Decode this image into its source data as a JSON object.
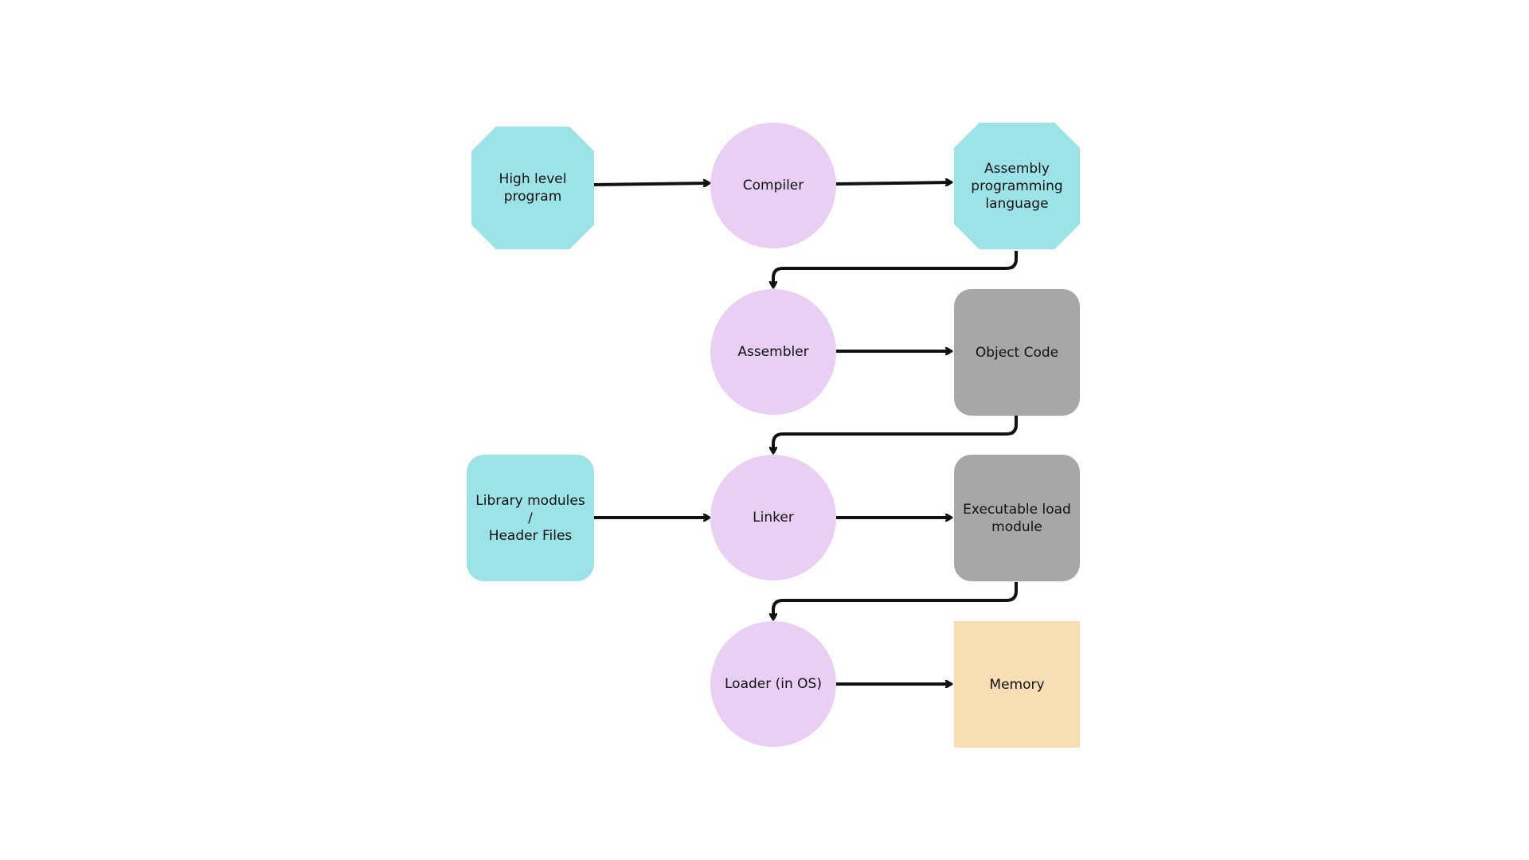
{
  "colors": {
    "source": "#9ce3e7",
    "process": "#e9cff3",
    "output": "#a7a7a7",
    "memory": "#f8deb4",
    "edge": "#111111"
  },
  "nodes": {
    "high_level_program": "High level\nprogram",
    "compiler": "Compiler",
    "assembly_language": "Assembly\nprogramming\nlanguage",
    "assembler": "Assembler",
    "object_code": "Object Code",
    "library_modules": "Library modules /\nHeader Files",
    "linker": "Linker",
    "executable_module": "Executable load\nmodule",
    "loader": "Loader (in OS)",
    "memory": "Memory"
  },
  "edges": [
    {
      "from": "high_level_program",
      "to": "compiler"
    },
    {
      "from": "compiler",
      "to": "assembly_language"
    },
    {
      "from": "assembly_language",
      "to": "assembler"
    },
    {
      "from": "assembler",
      "to": "object_code"
    },
    {
      "from": "object_code",
      "to": "linker"
    },
    {
      "from": "library_modules",
      "to": "linker"
    },
    {
      "from": "linker",
      "to": "executable_module"
    },
    {
      "from": "executable_module",
      "to": "loader"
    },
    {
      "from": "loader",
      "to": "memory"
    }
  ]
}
